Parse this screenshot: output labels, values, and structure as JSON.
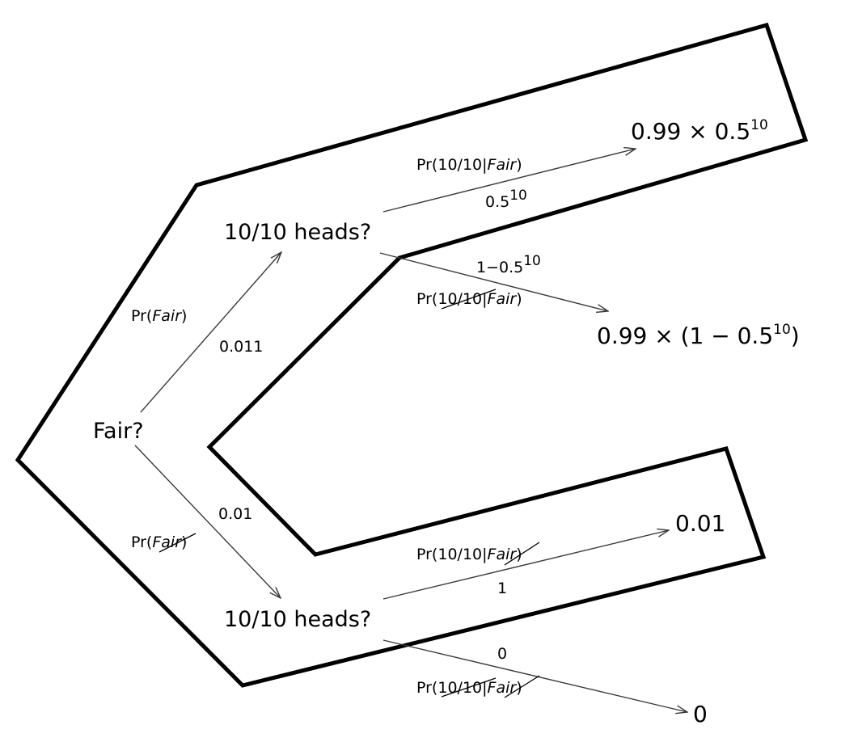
{
  "nodes": {
    "root": "Fair?",
    "upper": "10/10 heads?",
    "lower": "10/10 heads?"
  },
  "edges": {
    "root_upper": {
      "label": "Pr(Fair)",
      "pr_open": "Pr(",
      "pr_var": "Fair",
      "pr_close": ")",
      "value": "0.011"
    },
    "root_lower": {
      "label": "Pr(¬Fair)",
      "pr_open": "Pr(",
      "pr_var": "Fair",
      "pr_close": ")",
      "value": "0.01",
      "negated": true
    },
    "upper_heads": {
      "pr_open": "Pr(",
      "pr_event": "10/10",
      "pr_bar": "|",
      "pr_var": "Fair",
      "pr_close": ")",
      "value_base": "0.5",
      "value_exp": "10"
    },
    "upper_not_heads": {
      "pr_open": "Pr(",
      "pr_event": "10/10",
      "pr_bar": "|",
      "pr_var": "Fair",
      "pr_close": ")",
      "value_base": "1−0.5",
      "value_exp": "10",
      "event_negated": true
    },
    "lower_heads": {
      "pr_open": "Pr(",
      "pr_event": "10/10",
      "pr_bar": "|",
      "pr_var": "Fair",
      "pr_close": ")",
      "value": "1",
      "var_negated": true
    },
    "lower_not_heads": {
      "pr_open": "Pr(",
      "pr_event": "10/10",
      "pr_bar": "|",
      "pr_var": "Fair",
      "pr_close": ")",
      "value": "0",
      "event_negated": true,
      "var_negated": true
    }
  },
  "outcomes": {
    "o1": {
      "base": "0.99 × 0.5",
      "exp": "10"
    },
    "o2": {
      "base": "0.99 × (1 − 0.5",
      "exp": "10",
      "tail": ")"
    },
    "o3": {
      "text": "0.01"
    },
    "o4": {
      "text": "0"
    }
  },
  "colors": {
    "region": "#000000",
    "arrow": "#3a3a3a"
  }
}
